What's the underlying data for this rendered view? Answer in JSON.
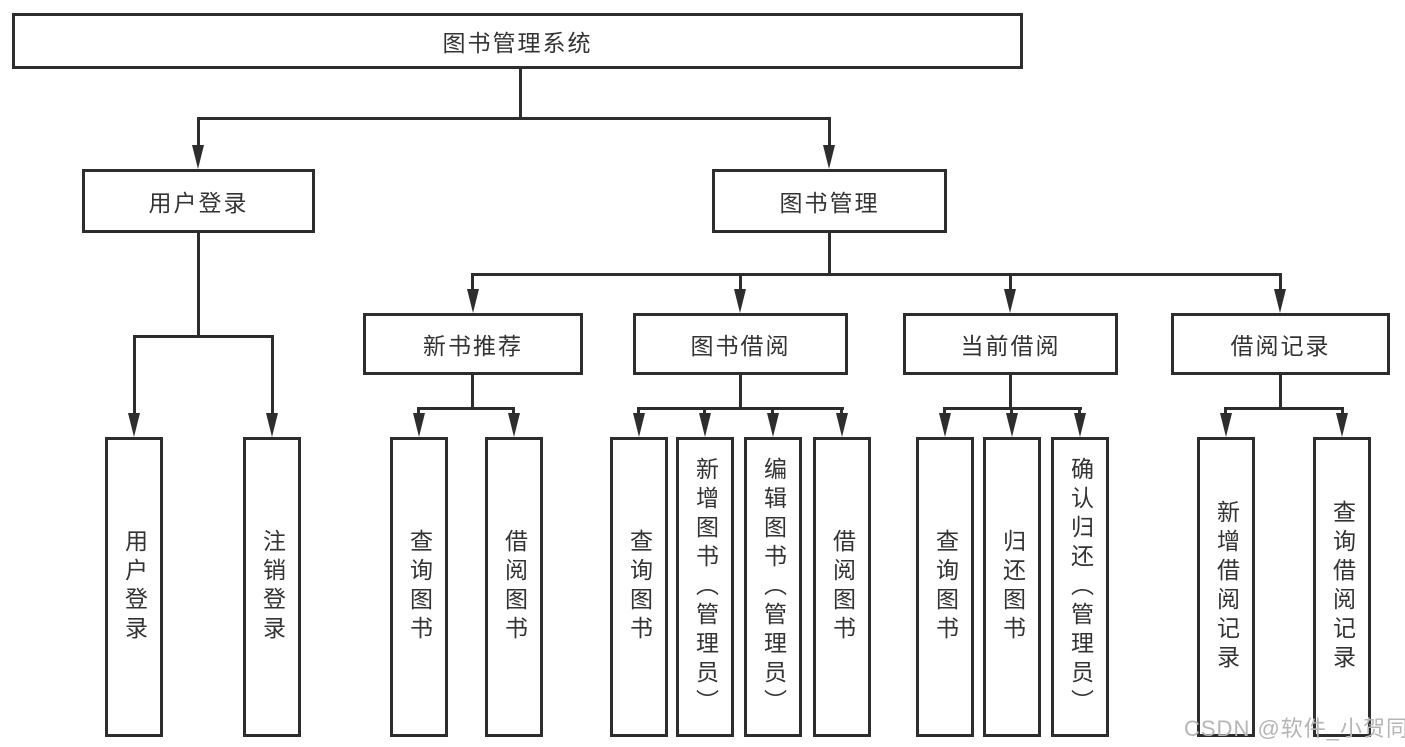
{
  "diagram": {
    "title": "图书管理系统",
    "level2": {
      "user_login": "用户登录",
      "book_mgmt": "图书管理"
    },
    "level3": {
      "new_rec": "新书推荐",
      "borrow": "图书借阅",
      "current": "当前借阅",
      "records": "借阅记录"
    },
    "leaves": {
      "user_login": [
        "用户登录",
        "注销登录"
      ],
      "new_rec": [
        "查询图书",
        "借阅图书"
      ],
      "borrow": [
        "查询图书",
        "新增图书（管理员）",
        "编辑图书（管理员）",
        "借阅图书"
      ],
      "current": [
        "查询图书",
        "归还图书",
        "确认归还（管理员）"
      ],
      "records": [
        "新增借阅记录",
        "查询借阅记录"
      ]
    }
  },
  "watermark": "CSDN @软件_小贺同学",
  "colors": {
    "line": "#2d2d2d",
    "text": "#333333",
    "watermark": "#b5b5b5",
    "background": "#ffffff"
  }
}
